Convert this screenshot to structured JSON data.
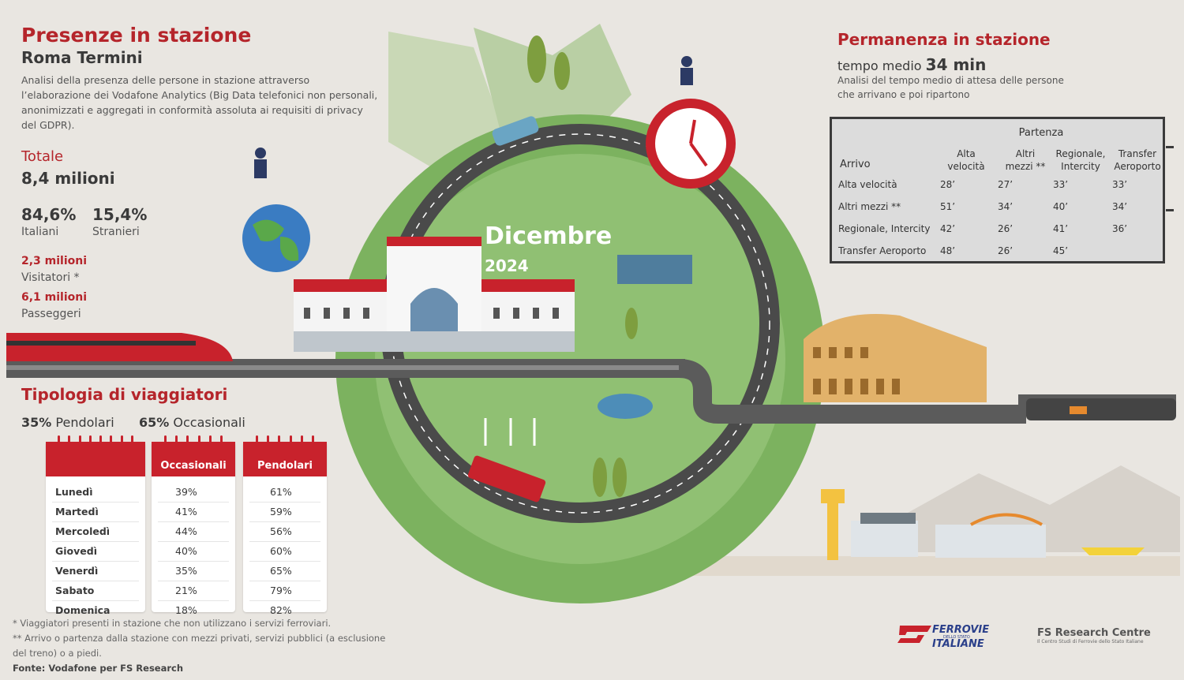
{
  "header": {
    "title": "Presenze in stazione",
    "station": "Roma Termini",
    "description": "Analisi della presenza delle persone in stazione attraverso l’elaborazione dei Vodafone Analytics (Big Data telefonici non personali, anonimizzati e aggregati in conformità assoluta ai requisiti di privacy del GDPR)."
  },
  "totals": {
    "total_label": "Totale",
    "total_value": "8,4 milioni",
    "italiani_pct": "84,6%",
    "italiani_label": "Italiani",
    "stranieri_pct": "15,4%",
    "stranieri_label": "Stranieri",
    "visitatori_value": "2,3 milioni",
    "visitatori_label": "Visitatori *",
    "passeggeri_value": "6,1 milioni",
    "passeggeri_label": "Passeggeri"
  },
  "center": {
    "month": "Dicembre",
    "year": "2024"
  },
  "tipologia": {
    "title": "Tipologia di viaggiatori",
    "pendolari_pct": "35%",
    "pendolari_label": "Pendolari",
    "occasionali_pct": "65%",
    "occasionali_label": "Occasionali",
    "col_occasionali": "Occasionali",
    "col_pendolari": "Pendolari",
    "days": [
      "Lunedì",
      "Martedì",
      "Mercoledì",
      "Giovedì",
      "Venerdì",
      "Sabato",
      "Domenica"
    ],
    "occasionali": [
      "39%",
      "41%",
      "44%",
      "40%",
      "35%",
      "21%",
      "18%"
    ],
    "pendolari": [
      "61%",
      "59%",
      "56%",
      "60%",
      "65%",
      "79%",
      "82%"
    ]
  },
  "permanenza": {
    "title": "Permanenza in stazione",
    "avg_label": "tempo medio",
    "avg_value": "34 min",
    "description_1": "Analisi del tempo medio di attesa delle persone",
    "description_2": "che arrivano e poi ripartono",
    "table": {
      "partenza": "Partenza",
      "arrivo": "Arrivo",
      "cols": [
        [
          "Alta",
          "velocità"
        ],
        [
          "Altri",
          "mezzi **"
        ],
        [
          "Regionale,",
          "Intercity"
        ],
        [
          "Transfer",
          "Aeroporto"
        ]
      ],
      "rows": [
        {
          "label": "Alta velocità",
          "values": [
            "28’",
            "27’",
            "33’",
            "33’"
          ]
        },
        {
          "label": "Altri mezzi **",
          "values": [
            "51’",
            "34’",
            "40’",
            "34’"
          ]
        },
        {
          "label": "Regionale, Intercity",
          "values": [
            "42’",
            "26’",
            "41’",
            "36’"
          ]
        },
        {
          "label": "Transfer Aeroporto",
          "values": [
            "48’",
            "26’",
            "45’",
            ""
          ]
        }
      ]
    }
  },
  "footer": {
    "note1": "* Viaggiatori presenti in stazione che non utilizzano i servizi ferroviari.",
    "note2a": "** Arrivo o partenza dalla stazione con mezzi privati, servizi pubblici (a esclusione",
    "note2b": "del treno) o a piedi.",
    "source": "Fonte: Vodafone per FS Research"
  },
  "logos": {
    "fs_line1": "FERROVIE",
    "fs_line2": "DELLO STATO",
    "fs_line3": "ITALIANE",
    "research_title": "FS Research Centre",
    "research_sub": "Il Centro Studi di Ferrovie dello Stato Italiane"
  },
  "colors": {
    "accent": "#b5252b",
    "green": "#7fb360",
    "track": "#4a4a4a",
    "bg": "#e9e6e1"
  }
}
